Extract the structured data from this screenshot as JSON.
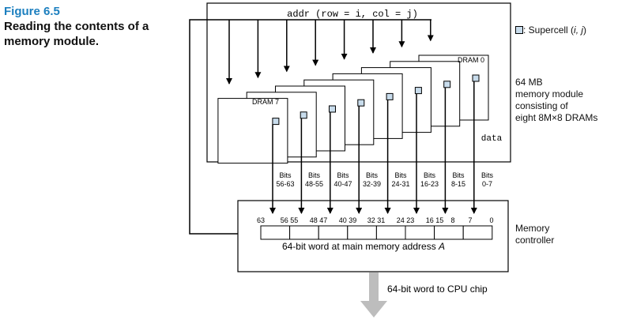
{
  "figure": {
    "number": "Figure 6.5",
    "title_lines": [
      "Reading the contents of a",
      "memory module."
    ]
  },
  "module": {
    "addr_label": "addr (row = i, col = j)",
    "data_label": "data",
    "dram_first": "DRAM 0",
    "dram_last": "DRAM 7",
    "description_lines": [
      "64 MB",
      "memory module",
      "consisting of",
      "eight 8M×8 DRAMs"
    ]
  },
  "legend": {
    "supercell_label": ": Supercell (",
    "supercell_vars": "i, j",
    "supercell_close": ")"
  },
  "bit_groups": [
    {
      "line1": "Bits",
      "line2": "56-63"
    },
    {
      "line1": "Bits",
      "line2": "48-55"
    },
    {
      "line1": "Bits",
      "line2": "40-47"
    },
    {
      "line1": "Bits",
      "line2": "32-39"
    },
    {
      "line1": "Bits",
      "line2": "24-31"
    },
    {
      "line1": "Bits",
      "line2": "16-23"
    },
    {
      "line1": "Bits",
      "line2": "8-15"
    },
    {
      "line1": "Bits",
      "line2": "0-7"
    }
  ],
  "controller": {
    "bit_positions": [
      "63",
      "56 55",
      "48 47",
      "40 39",
      "32 31",
      "24 23",
      "16 15",
      "8",
      "7",
      "0"
    ],
    "word_label_prefix": "64-bit word at main memory address ",
    "word_label_var": "A",
    "name_lines": [
      "Memory",
      "controller"
    ]
  },
  "output_label": "64-bit word to CPU chip",
  "colors": {
    "caption_blue": "#1c7fbf",
    "supercell_fill": "#c8dcec",
    "output_arrow": "#bdbdbd"
  }
}
